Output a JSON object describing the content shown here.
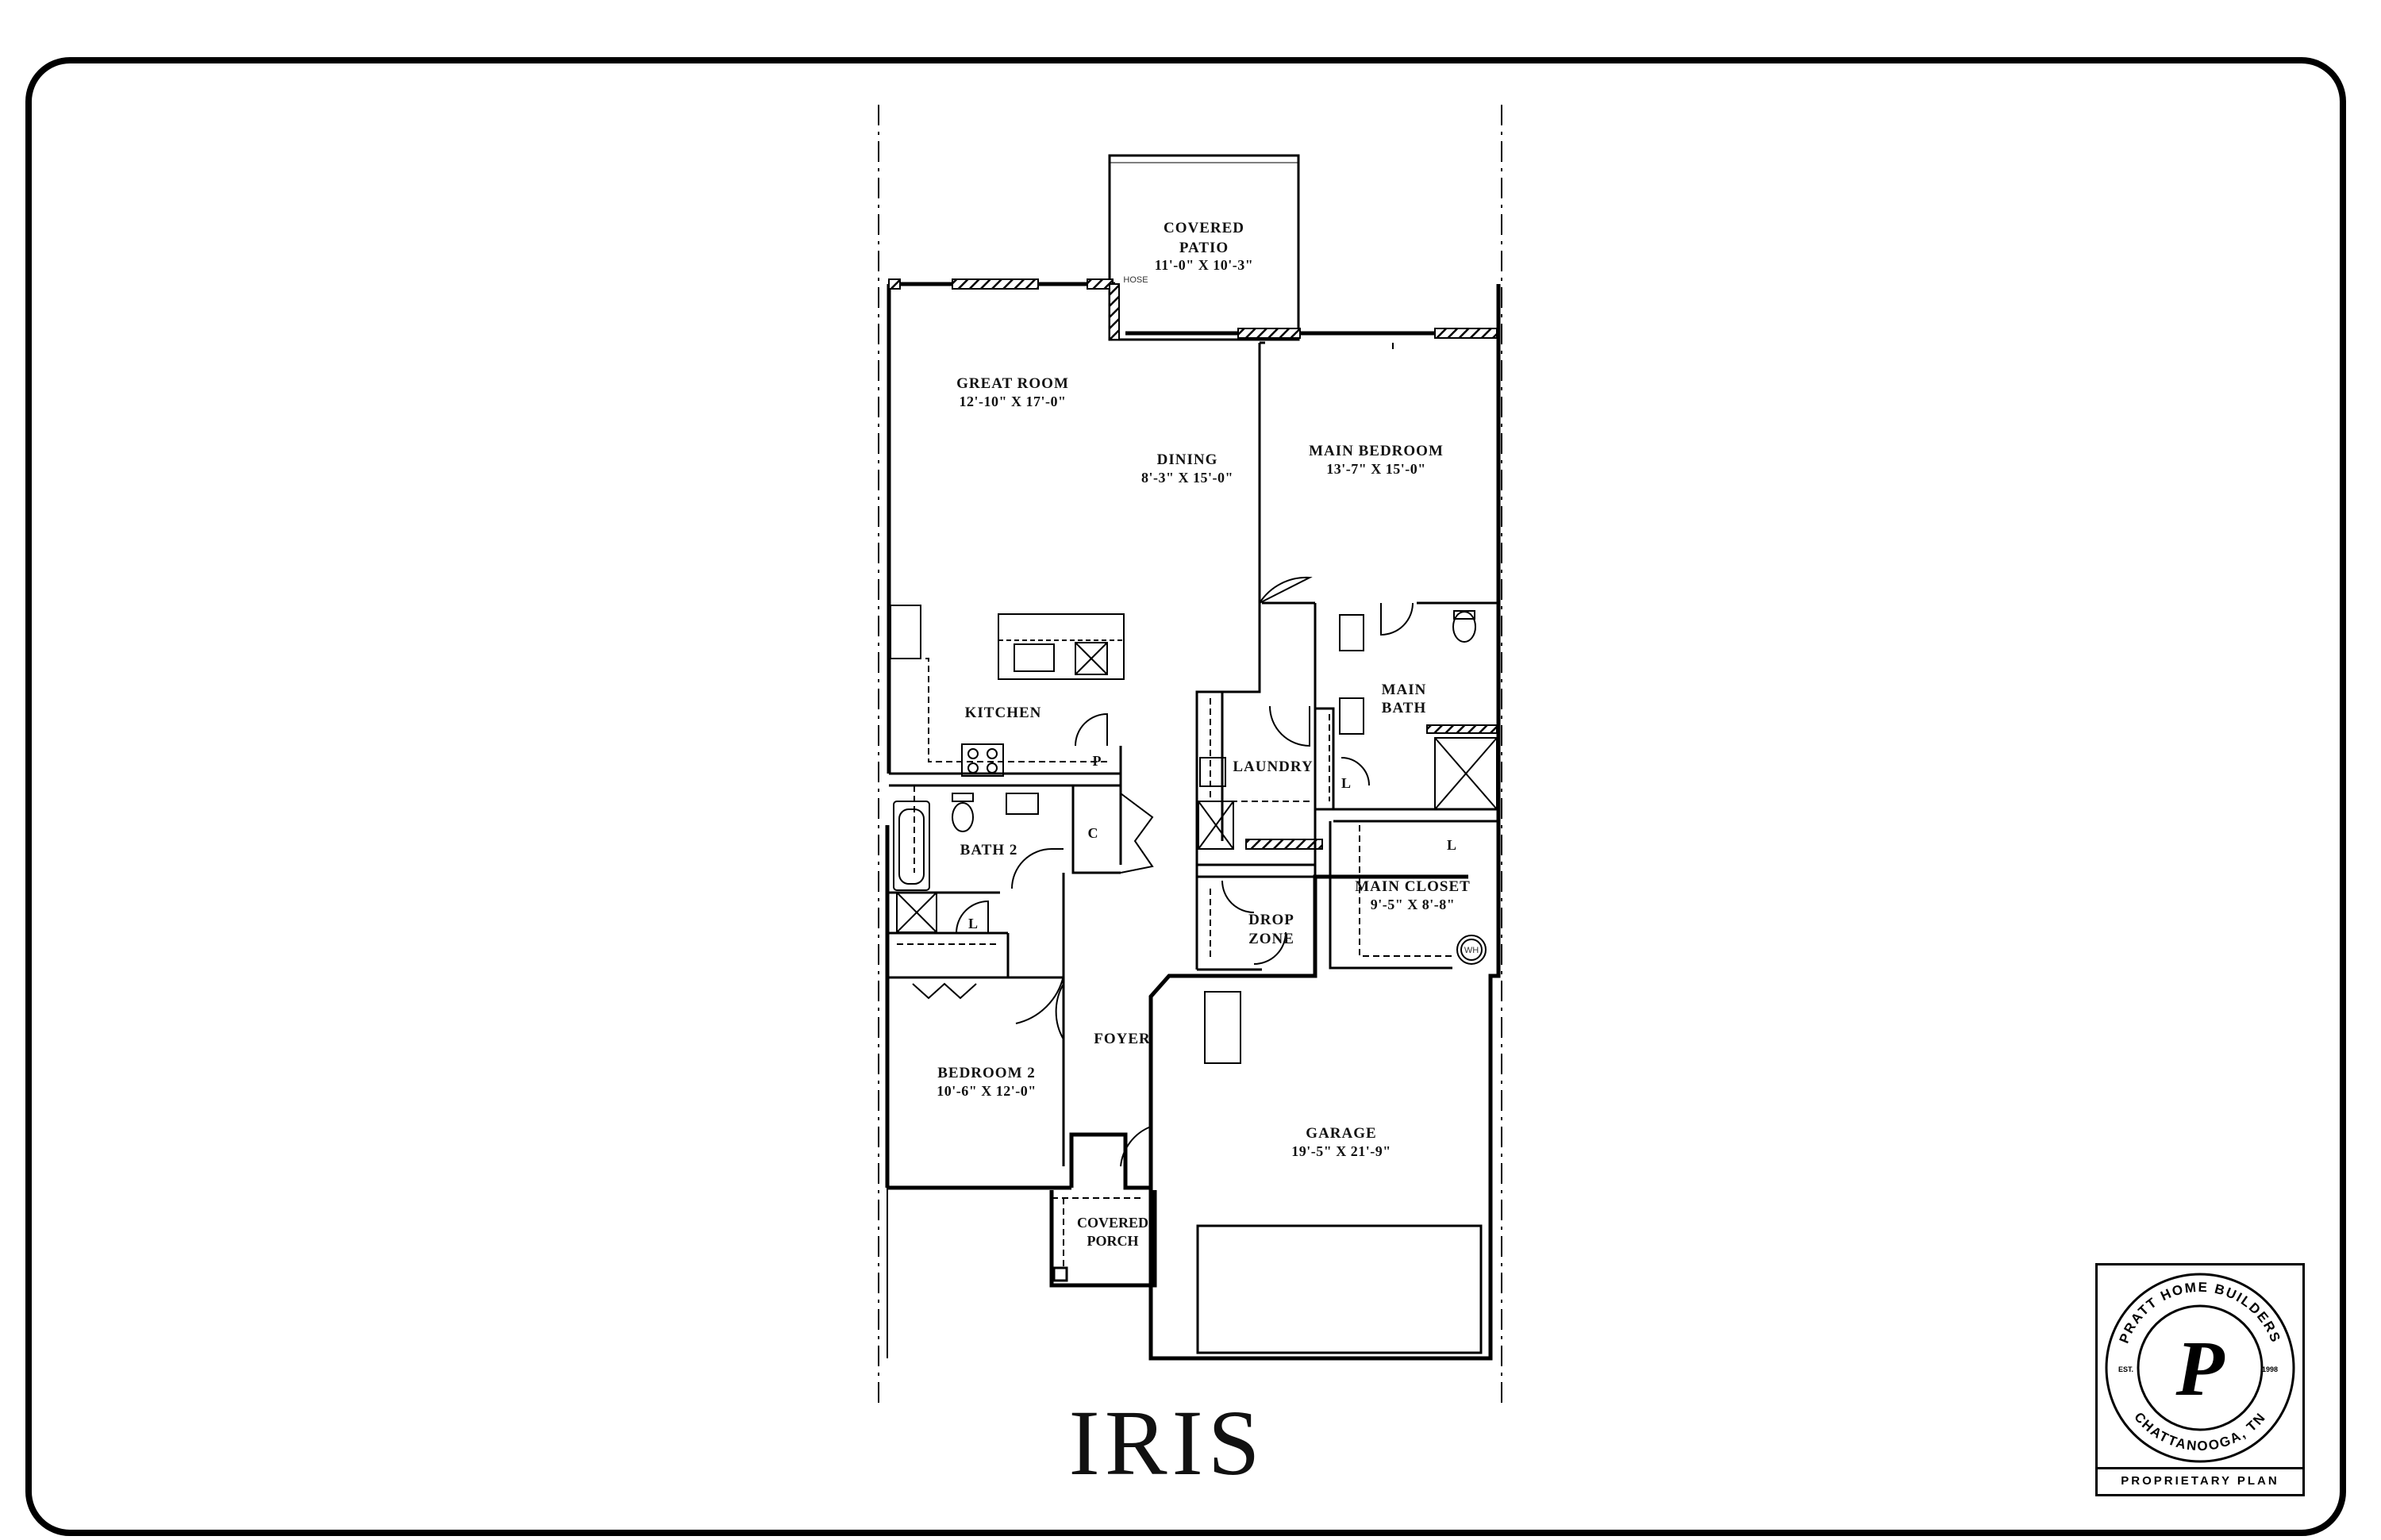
{
  "plan": {
    "name": "IRIS",
    "rooms": [
      {
        "name": "COVERED",
        "name2": "PATIO",
        "dims": "11'-0\" X 10'-3\""
      },
      {
        "name": "GREAT ROOM",
        "dims": "12'-10\" X 17'-0\""
      },
      {
        "name": "DINING",
        "dims": "8'-3\" X 15'-0\""
      },
      {
        "name": "MAIN BEDROOM",
        "dims": "13'-7\" X 15'-0\""
      },
      {
        "name": "KITCHEN"
      },
      {
        "name": "MAIN",
        "name2": "BATH"
      },
      {
        "name": "LAUNDRY"
      },
      {
        "name": "BATH 2"
      },
      {
        "name": "MAIN CLOSET",
        "dims": "9'-5\" X 8'-8\""
      },
      {
        "name": "DROP",
        "name2": "ZONE"
      },
      {
        "name": "FOYER"
      },
      {
        "name": "BEDROOM 2",
        "dims": "10'-6\" X 12'-0\""
      },
      {
        "name": "GARAGE",
        "dims": "19'-5\" X 21'-9\""
      },
      {
        "name": "COVERED",
        "name2": "PORCH"
      }
    ],
    "fixture_labels": {
      "pantry": "P",
      "closet": "C",
      "linen": "L",
      "water_heater": "WH",
      "hose": "HOSE"
    }
  },
  "logo": {
    "ring_top": "PRATT HOME BUILDERS",
    "ring_bottom": "CHATTANOOGA, TN",
    "est": "EST.",
    "year": "1998",
    "letter": "P",
    "footer": "PROPRIETARY PLAN"
  }
}
